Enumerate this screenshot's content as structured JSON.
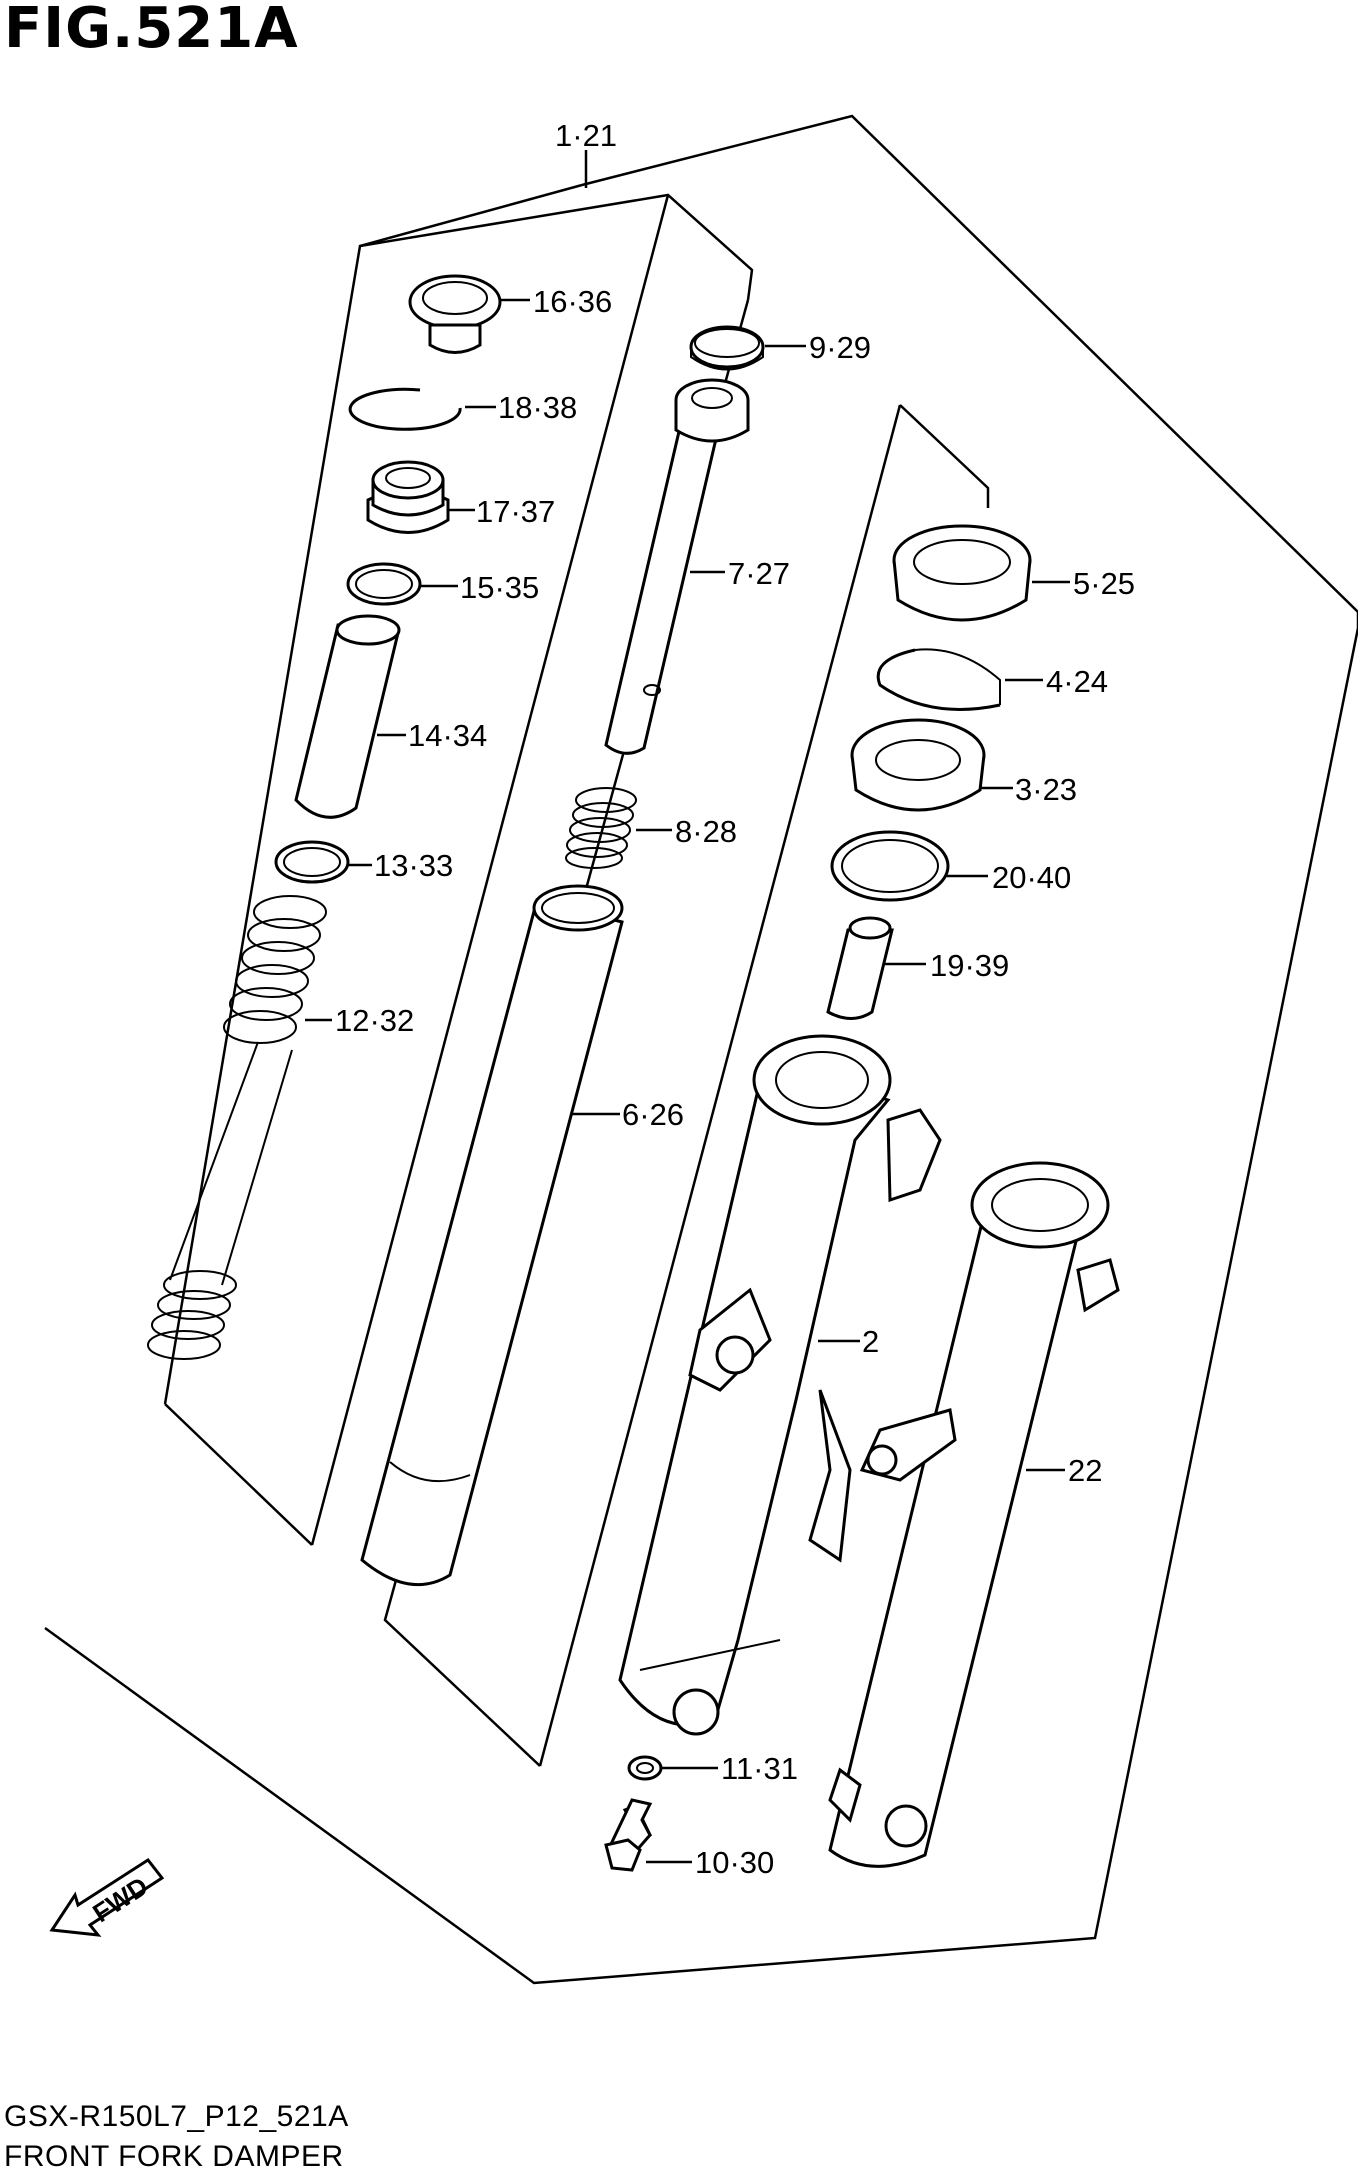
{
  "figure": {
    "title": "FIG.521A",
    "model_code": "GSX-R150L7_P12_521A",
    "caption": "FRONT FORK DAMPER"
  },
  "fwd_label": "FWD",
  "callouts": [
    {
      "id": "1-21",
      "label": "1·21"
    },
    {
      "id": "16-36",
      "label": "16·36"
    },
    {
      "id": "9-29",
      "label": "9·29"
    },
    {
      "id": "18-38",
      "label": "18·38"
    },
    {
      "id": "17-37",
      "label": "17·37"
    },
    {
      "id": "7-27",
      "label": "7·27"
    },
    {
      "id": "15-35",
      "label": "15·35"
    },
    {
      "id": "5-25",
      "label": "5·25"
    },
    {
      "id": "4-24",
      "label": "4·24"
    },
    {
      "id": "14-34",
      "label": "14·34"
    },
    {
      "id": "3-23",
      "label": "3·23"
    },
    {
      "id": "8-28",
      "label": "8·28"
    },
    {
      "id": "13-33",
      "label": "13·33"
    },
    {
      "id": "20-40",
      "label": "20·40"
    },
    {
      "id": "19-39",
      "label": "19·39"
    },
    {
      "id": "12-32",
      "label": "12·32"
    },
    {
      "id": "6-26",
      "label": "6·26"
    },
    {
      "id": "2",
      "label": "2"
    },
    {
      "id": "22",
      "label": "22"
    },
    {
      "id": "11-31",
      "label": "11·31"
    },
    {
      "id": "10-30",
      "label": "10·30"
    }
  ]
}
